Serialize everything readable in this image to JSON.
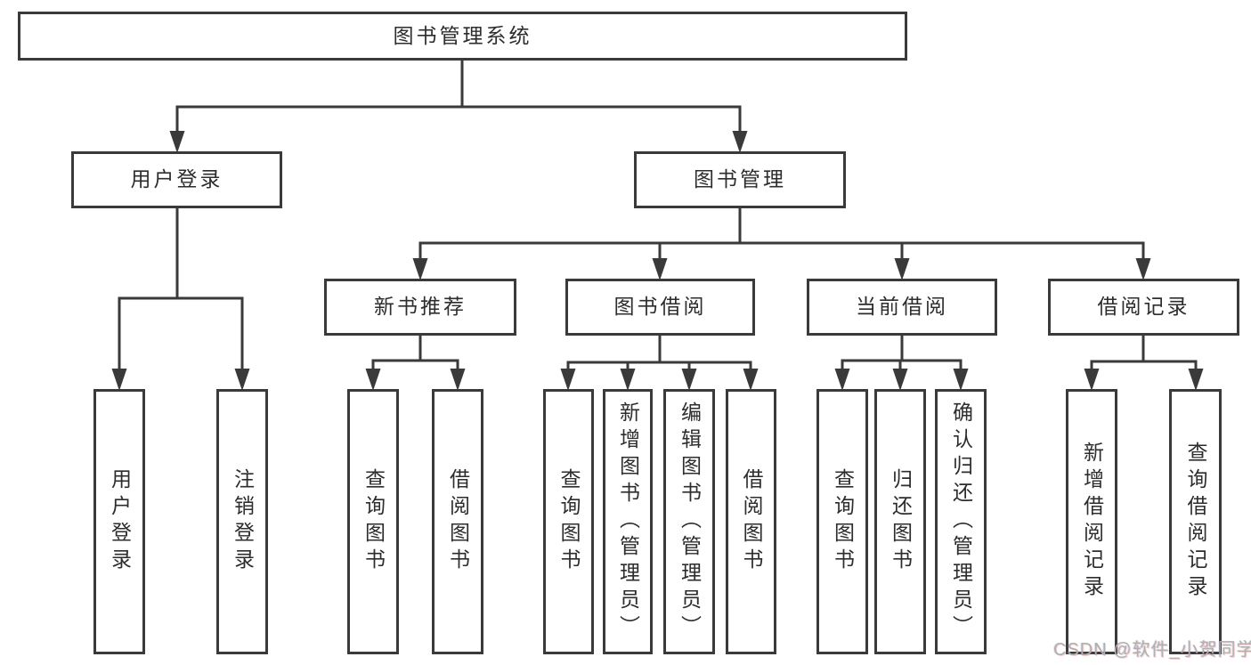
{
  "watermark": "CSDN @软件_小贺同学",
  "tree": {
    "root": {
      "label": "图书管理系统"
    },
    "user_login": {
      "label": "用户登录",
      "children": [
        {
          "label": "用户登录"
        },
        {
          "label": "注销登录"
        }
      ]
    },
    "book_mgmt": {
      "label": "图书管理",
      "sections": [
        {
          "label": "新书推荐",
          "children": [
            {
              "label": "查询图书"
            },
            {
              "label": "借阅图书"
            }
          ]
        },
        {
          "label": "图书借阅",
          "children": [
            {
              "label": "查询图书"
            },
            {
              "label": "新增图书（管理员）"
            },
            {
              "label": "编辑图书（管理员）"
            },
            {
              "label": "借阅图书"
            }
          ]
        },
        {
          "label": "当前借阅",
          "children": [
            {
              "label": "查询图书"
            },
            {
              "label": "归还图书"
            },
            {
              "label": "确认归还（管理员）"
            }
          ]
        },
        {
          "label": "借阅记录",
          "children": [
            {
              "label": "新增借阅记录"
            },
            {
              "label": "查询借阅记录"
            }
          ]
        }
      ]
    }
  }
}
